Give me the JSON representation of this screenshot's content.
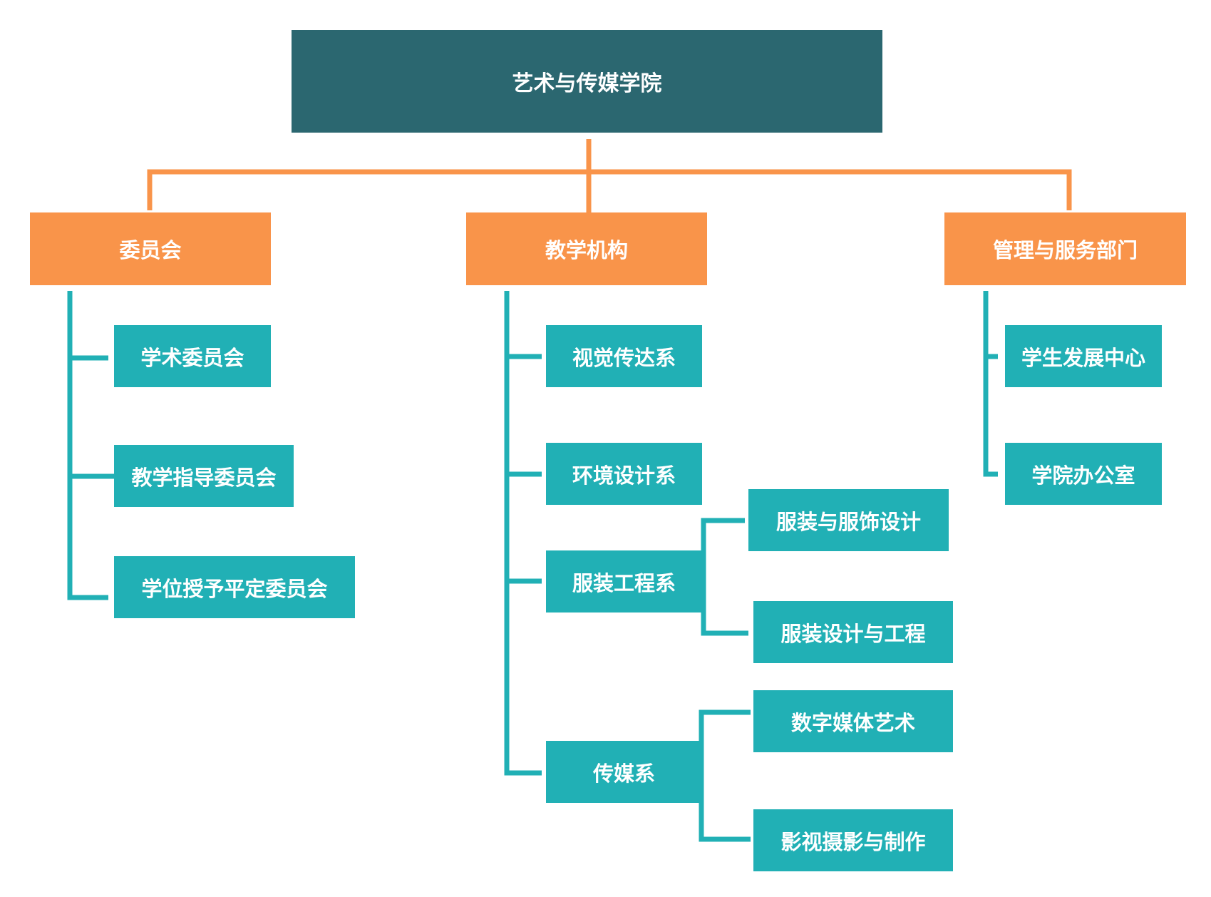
{
  "root": {
    "label": "艺术与传媒学院"
  },
  "categories": [
    {
      "label": "委员会"
    },
    {
      "label": "教学机构"
    },
    {
      "label": "管理与服务部门"
    }
  ],
  "committee_items": [
    "学术委员会",
    "教学指导委员会",
    "学位授予平定委员会"
  ],
  "teaching_items": [
    "视觉传达系",
    "环境设计系",
    "服装工程系",
    "传媒系"
  ],
  "fashion_majors": [
    "服装与服饰设计",
    "服装设计与工程"
  ],
  "media_majors": [
    "数字媒体艺术",
    "影视摄影与制作"
  ],
  "admin_items": [
    "学生发展中心",
    "学院办公室"
  ],
  "colors": {
    "root": "#2b6770",
    "category": "#f9944a",
    "leaf": "#21b0b5",
    "category_connector": "#f9944a",
    "leaf_connector": "#21b0b5"
  }
}
